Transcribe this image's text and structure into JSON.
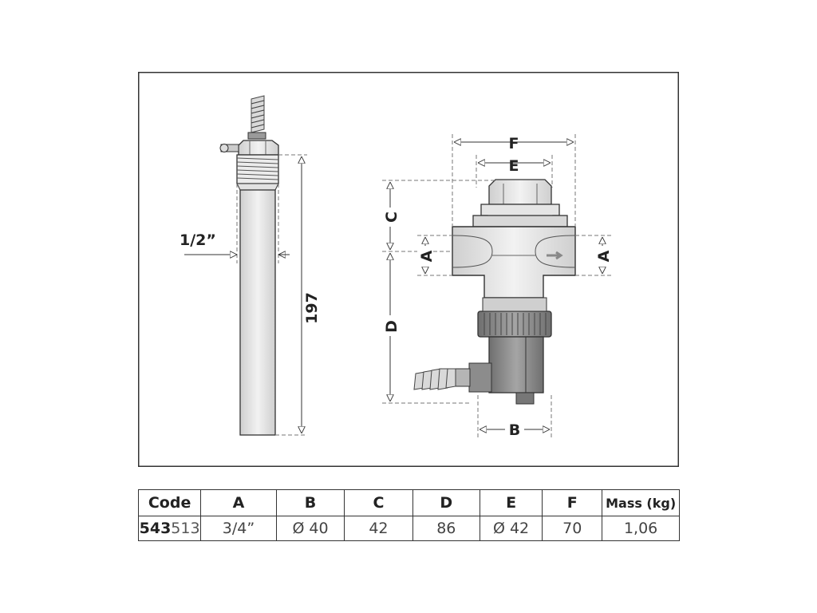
{
  "drawing": {
    "dim_half_inch": "1/2”",
    "dim_197": "197",
    "dim_F": "F",
    "dim_E": "E",
    "dim_C": "C",
    "dim_A_left": "A",
    "dim_A_right": "A",
    "dim_D": "D",
    "dim_B": "B"
  },
  "table": {
    "headers": [
      "Code",
      "A",
      "B",
      "C",
      "D",
      "E",
      "F",
      "Mass (kg)"
    ],
    "row": {
      "code_prefix": "543",
      "code_suffix": "513",
      "A": "3/4”",
      "B": "Ø 40",
      "C": "42",
      "D": "86",
      "E": "Ø 42",
      "F": "70",
      "mass": "1,06"
    }
  },
  "colors": {
    "line": "#333333",
    "body_light": "#e6e6e6",
    "body_dark": "#8a8a8a"
  }
}
